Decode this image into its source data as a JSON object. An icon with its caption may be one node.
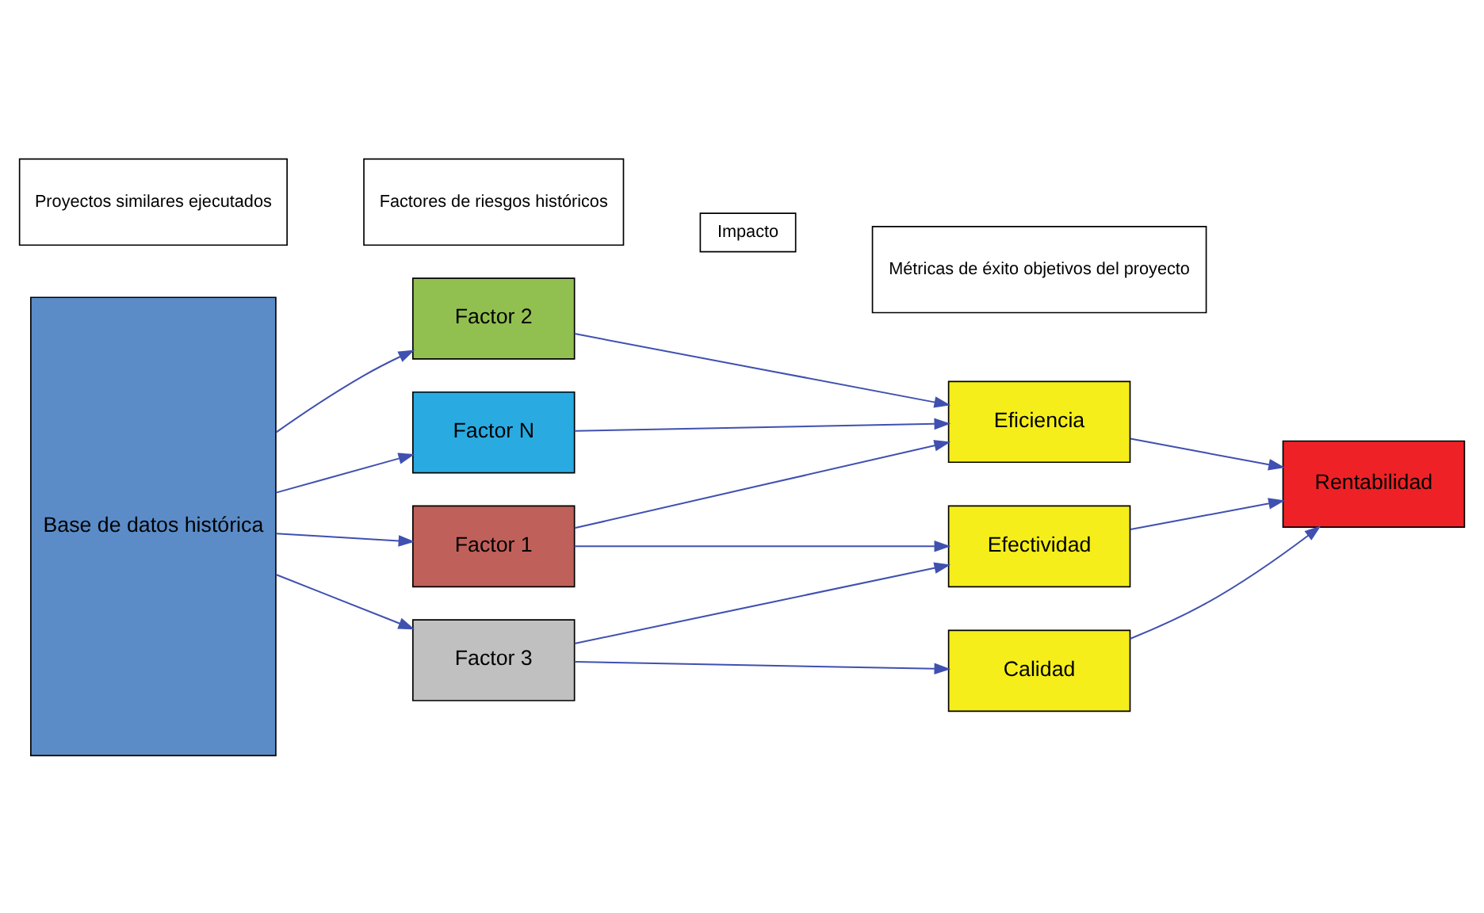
{
  "diagram": {
    "nodes": [
      {
        "text": [
          "Proyectos similares ejecutados"
        ]
      },
      {
        "text": [
          "Factores de riesgos históricos"
        ]
      },
      {
        "text": [
          "Impacto"
        ]
      },
      {
        "text": [
          "Métricas de éxito objetivos del proyecto"
        ]
      },
      {
        "text": [
          "Base de datos histórica"
        ]
      },
      {
        "text": [
          "Factor 1"
        ]
      },
      {
        "text": [
          "Factor 2"
        ]
      },
      {
        "text": [
          "Factor 3"
        ]
      },
      {
        "text": [
          "Factor N"
        ]
      },
      {
        "text": [
          "Efectividad"
        ]
      },
      {
        "text": [
          "Eficiencia"
        ]
      },
      {
        "text": [
          "Calidad"
        ]
      },
      {
        "text": [
          "Rentabilidad"
        ]
      }
    ],
    "edges": [
      {
        "from": 4,
        "to": 5,
        "arrow": "to"
      },
      {
        "from": 4,
        "to": 6,
        "arrow": "to"
      },
      {
        "from": 4,
        "to": 7,
        "arrow": "to"
      },
      {
        "from": 4,
        "to": 8,
        "arrow": "to"
      },
      {
        "from": 5,
        "to": 9,
        "arrow": "to"
      },
      {
        "from": 5,
        "to": 10,
        "arrow": "to"
      },
      {
        "from": 6,
        "to": 10,
        "arrow": "to"
      },
      {
        "from": 7,
        "to": 9,
        "arrow": "to"
      },
      {
        "from": 7,
        "to": 11,
        "arrow": "to"
      },
      {
        "from": 8,
        "to": 10,
        "arrow": "to"
      },
      {
        "from": 9,
        "to": 12,
        "arrow": "to"
      },
      {
        "from": 10,
        "to": 12,
        "arrow": "to"
      },
      {
        "from": 11,
        "to": 12,
        "arrow": "to"
      }
    ]
  }
}
